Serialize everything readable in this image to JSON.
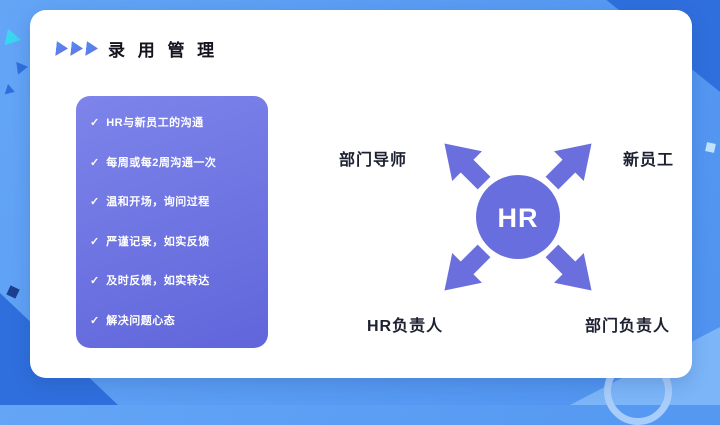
{
  "slide": {
    "title": "录 用 管 理"
  },
  "checklist": {
    "check_icon": "✓",
    "items": [
      "HR与新员工的沟通",
      "每周或每2周沟通一次",
      "温和开场，询问过程",
      "严谨记录，如实反馈",
      "及时反馈，如实转达",
      "解决问题心态"
    ]
  },
  "diagram": {
    "center_label": "HR",
    "nodes": [
      {
        "label": "部门导师",
        "position": "top-left"
      },
      {
        "label": "新员工",
        "position": "top-right"
      },
      {
        "label": "HR负责人",
        "position": "bottom-left"
      },
      {
        "label": "部门负责人",
        "position": "bottom-right"
      }
    ]
  },
  "colors": {
    "background_blue": "#5a9cf4",
    "corner_blue": "#2f6fdd",
    "accent_purple": "#6a6fdd",
    "card_white": "#ffffff",
    "title_text": "#14141f",
    "label_text": "#1c2030",
    "cyan_decor": "#39d6ef"
  }
}
